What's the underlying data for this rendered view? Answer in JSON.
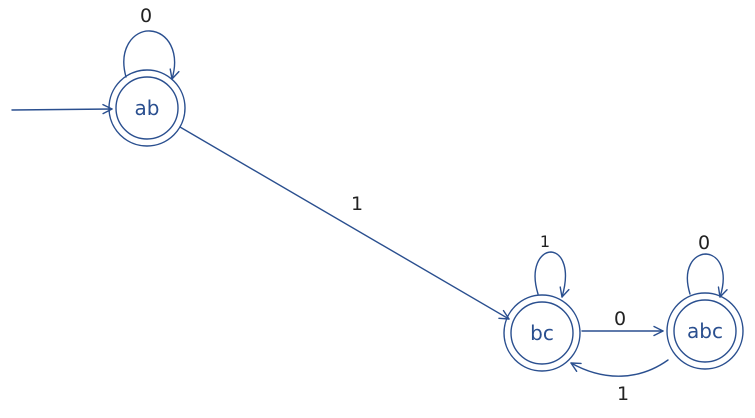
{
  "colors": {
    "ink": "#2a4f8f",
    "label_ink": "#222222",
    "background": "#ffffff"
  },
  "diagram": {
    "type": "state-transition-diagram",
    "initial_state": "ab",
    "states": [
      {
        "id": "ab",
        "label": "ab",
        "accepting": true
      },
      {
        "id": "bc",
        "label": "bc",
        "accepting": true
      },
      {
        "id": "abc",
        "label": "abc",
        "accepting": true
      }
    ],
    "transitions": [
      {
        "from": "ab",
        "to": "ab",
        "label": "0"
      },
      {
        "from": "ab",
        "to": "bc",
        "label": "1"
      },
      {
        "from": "bc",
        "to": "bc",
        "label": "1"
      },
      {
        "from": "bc",
        "to": "abc",
        "label": "0"
      },
      {
        "from": "abc",
        "to": "abc",
        "label": "0"
      },
      {
        "from": "abc",
        "to": "bc",
        "label": "1"
      }
    ]
  }
}
